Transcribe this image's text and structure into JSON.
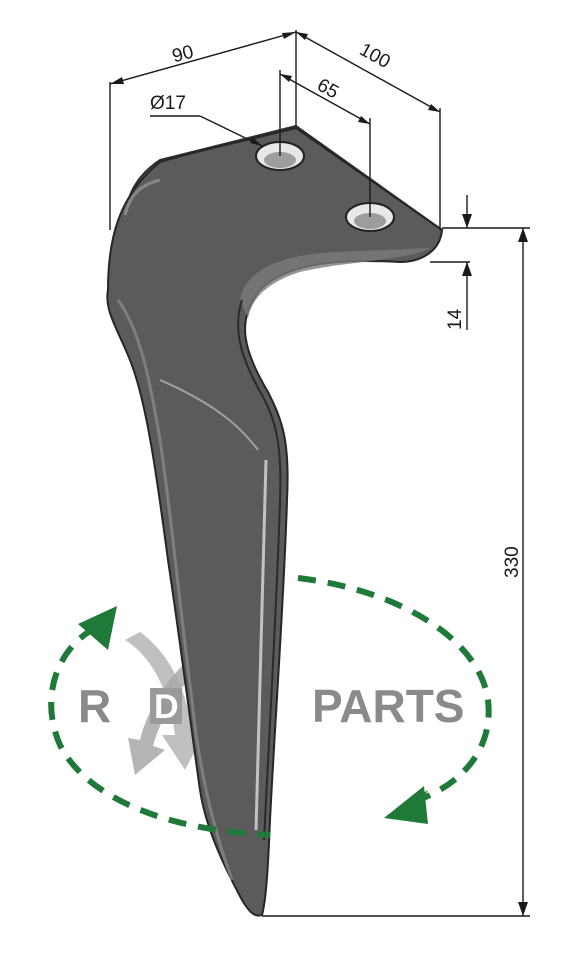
{
  "dimensions": {
    "width_left": "90",
    "width_right": "100",
    "hole_spacing": "65",
    "hole_diameter": "Ø17",
    "thickness": "14",
    "height": "330"
  },
  "logo": {
    "letter_r": "R",
    "letter_d": "D",
    "word": "PARTS"
  },
  "colors": {
    "blade_fill": "#5b5b5b",
    "blade_edge": "#3a3a3a",
    "dimension_line": "#1a1a1a",
    "arrow_green": "#1f7a3a",
    "logo_grey": "#8a8a8a"
  }
}
